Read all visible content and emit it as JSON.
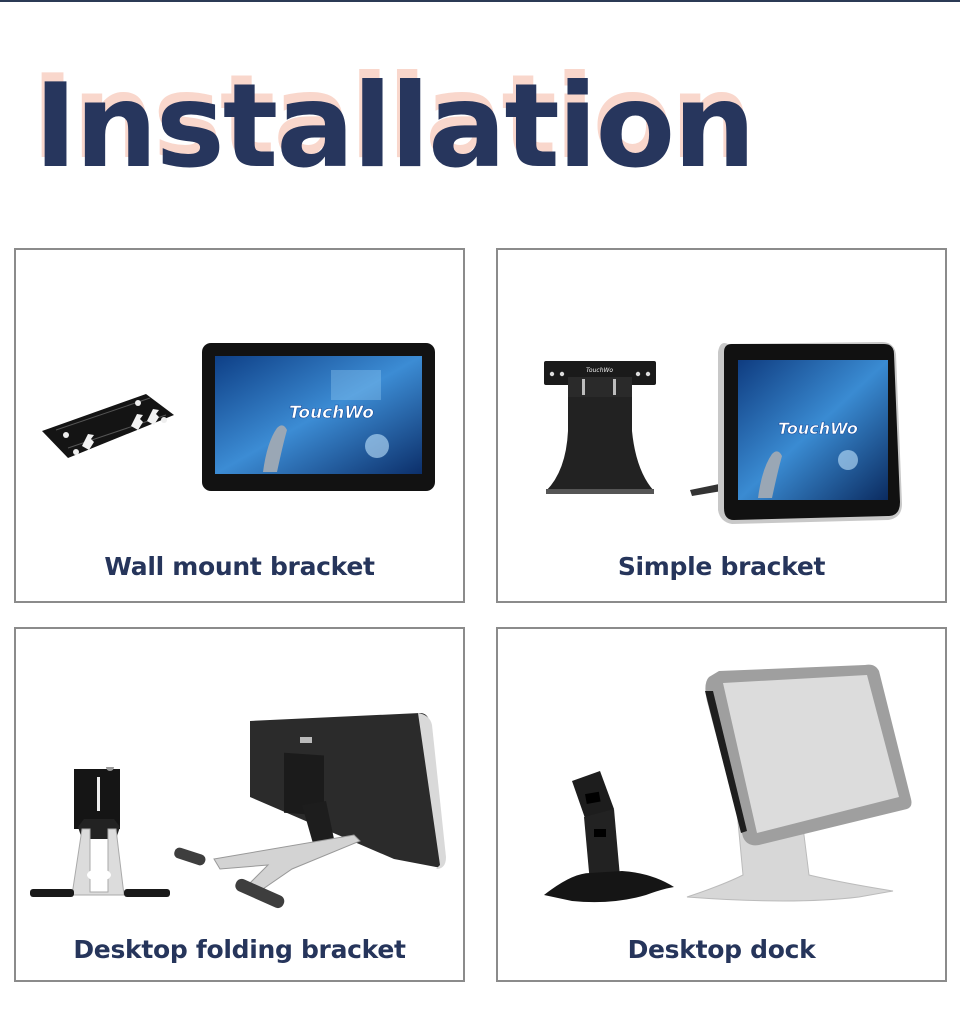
{
  "header": {
    "title": "Installation"
  },
  "colors": {
    "title": "#27365d",
    "title_shadow": "#f9d7cc",
    "label": "#26355b",
    "card_border": "#8b8b8b"
  },
  "cards": [
    {
      "label": "Wall mount bracket",
      "images": [
        "wall-bracket-plate",
        "touchwo-monitor-front"
      ],
      "screen_brand": "TouchWo"
    },
    {
      "label": "Simple bracket",
      "images": [
        "simple-bracket-stand",
        "touchwo-monitor-with-kickstand"
      ],
      "bracket_brand": "TouchWo",
      "screen_brand": "TouchWo"
    },
    {
      "label": "Desktop folding bracket",
      "images": [
        "folding-stand",
        "monitor-rear-on-folding-stand"
      ]
    },
    {
      "label": "Desktop dock",
      "images": [
        "black-pedestal-dock",
        "silver-dock-with-monitor"
      ]
    }
  ]
}
